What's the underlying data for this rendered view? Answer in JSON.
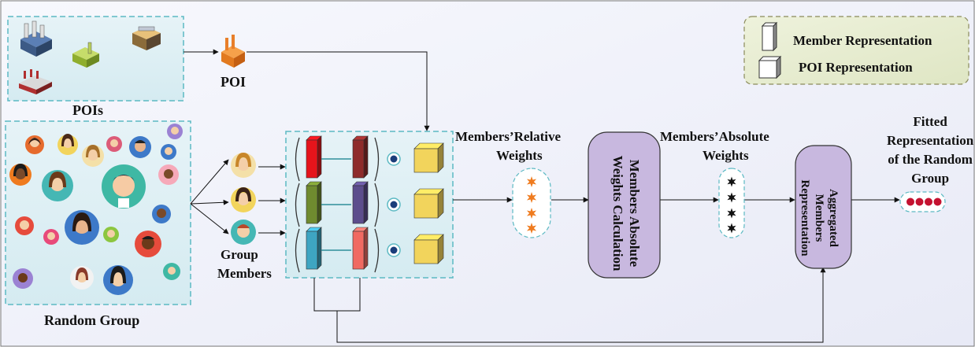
{
  "labels": {
    "poi": "POI",
    "pois": "POIs",
    "random_group": "Random Group",
    "group_members_1": "Group",
    "group_members_2": "Members",
    "relative_weights_1": "Members’Relative",
    "relative_weights_2": "Weights",
    "absolute_weights_1": "Members’Absolute",
    "absolute_weights_2": "Weights",
    "fitted_1": "Fitted",
    "fitted_2": "Representation",
    "fitted_3": "of the Random",
    "fitted_4": "Group",
    "calc_1": "Members Absolute",
    "calc_2": "Weights Calculation",
    "agg_1": "Aggregated",
    "agg_2": "Members",
    "agg_3": "Representation"
  },
  "legend": {
    "member": "Member Representation",
    "poi": "POI Representation"
  },
  "colors": {
    "panel_fill": "#dceef4",
    "panel_border": "#5cb9c3",
    "legend_fill": "#e5eccf",
    "legend_border": "#8a8a5a",
    "process_fill": "#c8b8df",
    "member_colors": [
      "#e5141b",
      "#6f8b2f",
      "#3ea5c2"
    ],
    "paired_colors": [
      "#8e2b2b",
      "#5c4d8c",
      "#f06a62"
    ],
    "poi_cube": "#f2d45c",
    "relative_star": "#ef7b1f",
    "absolute_star": "#111111",
    "fitted_dot": "#c41230"
  }
}
